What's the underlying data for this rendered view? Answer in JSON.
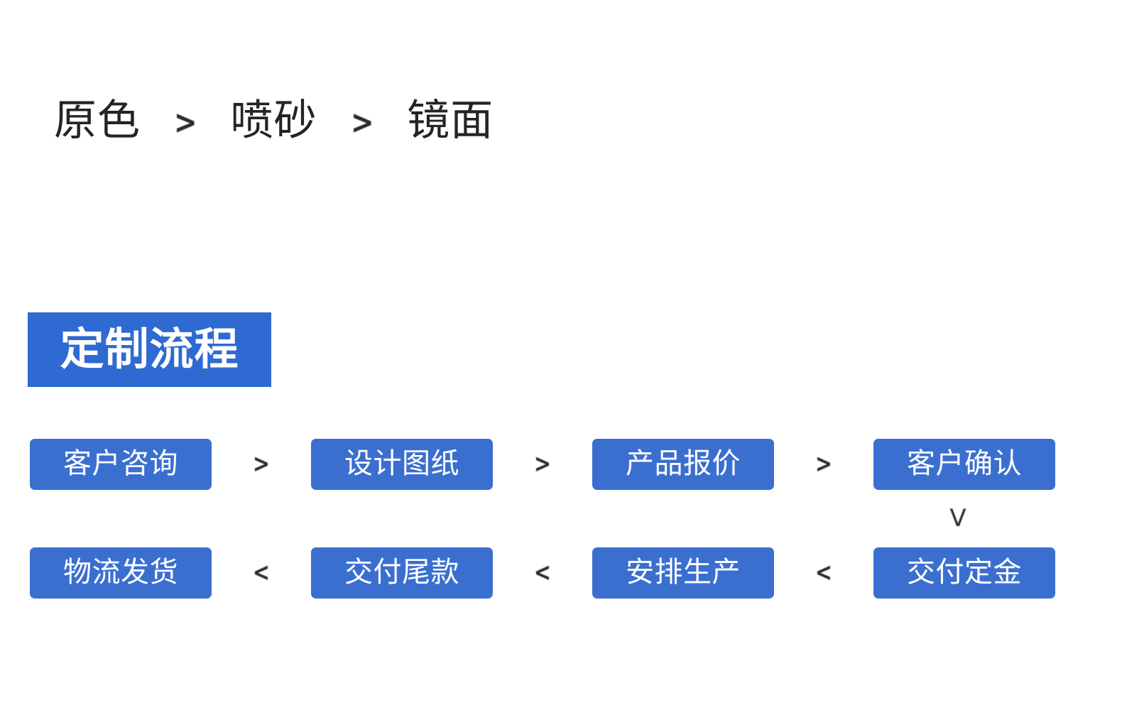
{
  "page": {
    "background": "#ffffff",
    "accent_blue": "#2e6ad1",
    "box_blue": "#3a6fd0",
    "text_dark": "#242424",
    "text_light": "#ffffff"
  },
  "finish_row": {
    "name": "surface-finish-sequence",
    "separator": ">",
    "items": [
      {
        "label": "原色"
      },
      {
        "label": "喷砂"
      },
      {
        "label": "镜面"
      }
    ]
  },
  "section": {
    "heading": "定制流程"
  },
  "flow": {
    "forward_separator": ">",
    "backward_separator": "<",
    "down_connector": "V",
    "row1": [
      {
        "label": "客户咨询"
      },
      {
        "label": "设计图纸"
      },
      {
        "label": "产品报价"
      },
      {
        "label": "客户确认"
      }
    ],
    "row2": [
      {
        "label": "物流发货"
      },
      {
        "label": "交付尾款"
      },
      {
        "label": "安排生产"
      },
      {
        "label": "交付定金"
      }
    ]
  }
}
